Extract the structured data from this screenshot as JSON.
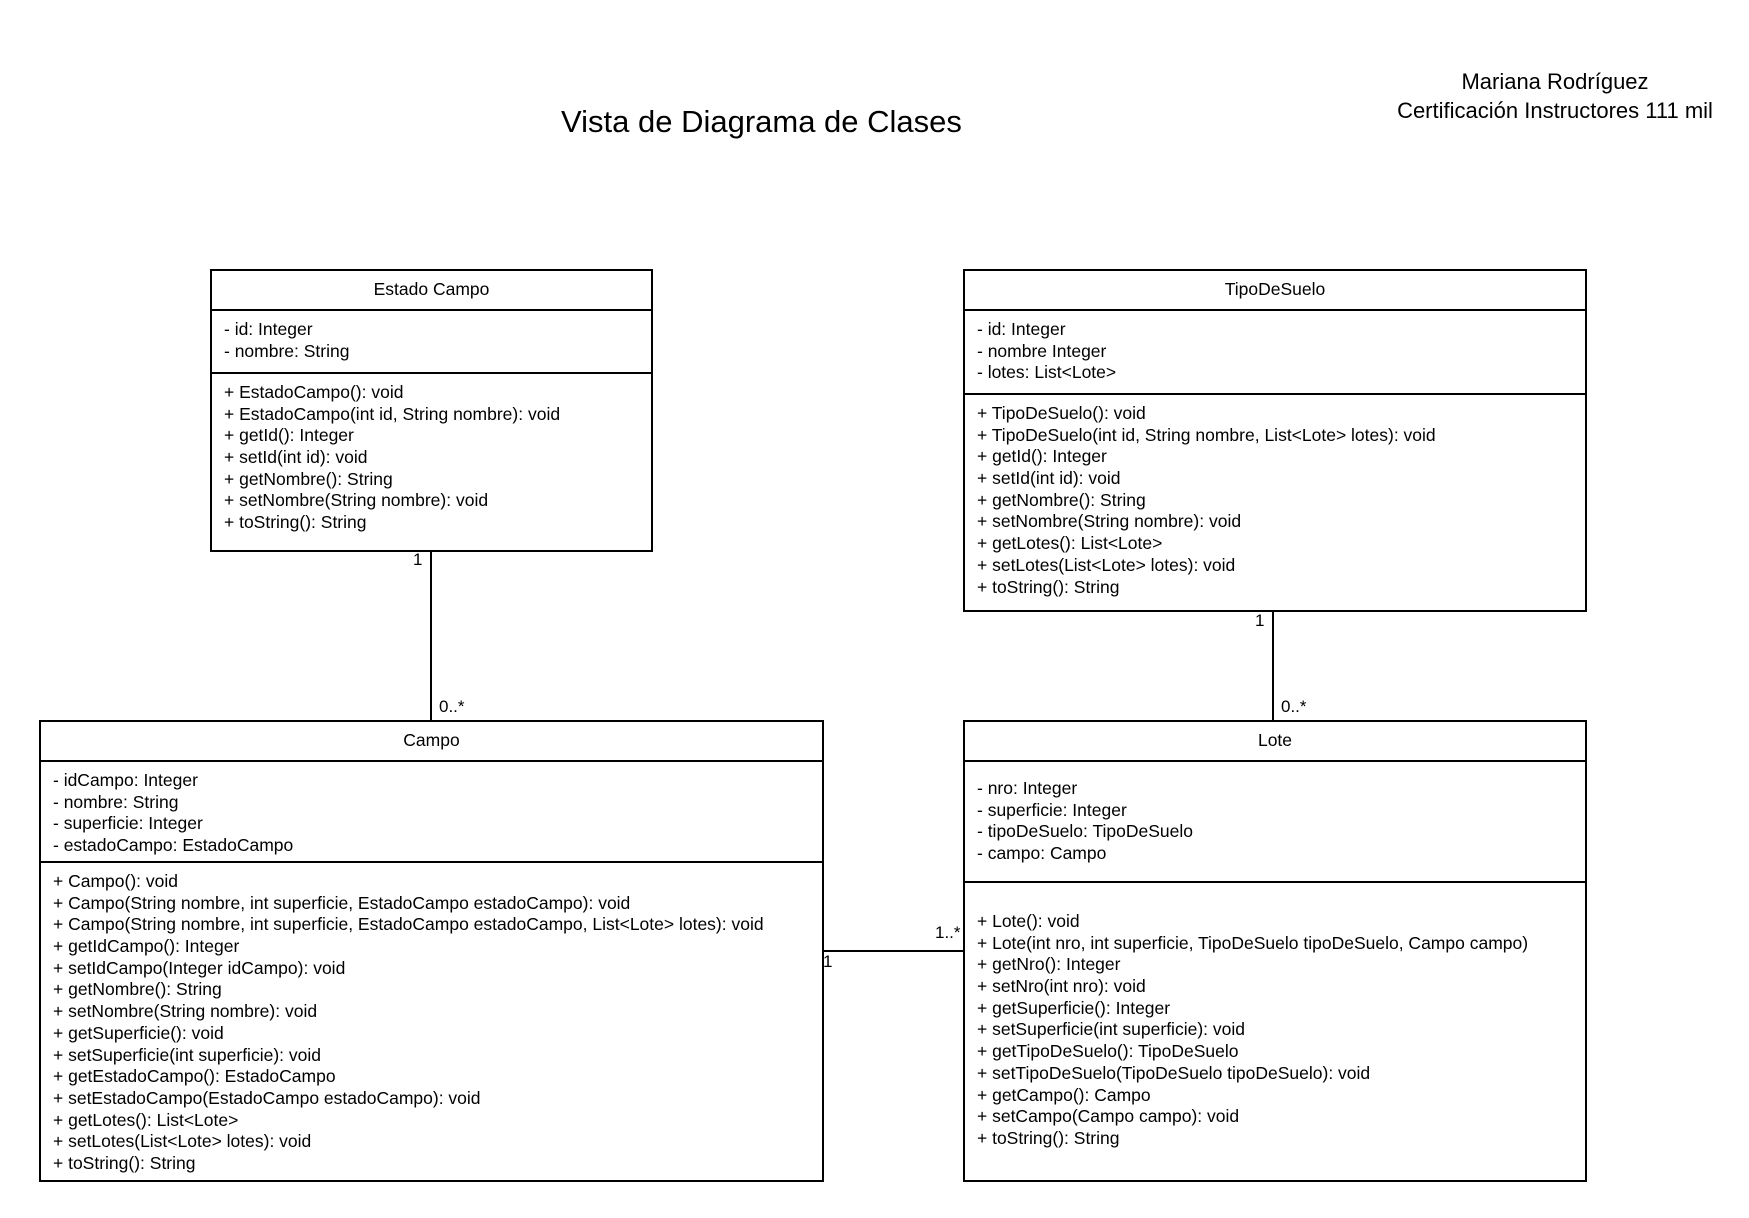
{
  "title": "Vista de Diagrama de Clases",
  "author": {
    "name": "Mariana Rodríguez",
    "course": "Certificación Instructores 111 mil"
  },
  "classes": {
    "estado_campo": {
      "name": "Estado Campo",
      "attributes": [
        "- id: Integer",
        "- nombre: String"
      ],
      "methods": [
        "+ EstadoCampo(): void",
        "+ EstadoCampo(int id, String nombre): void",
        "+ getId(): Integer",
        "+ setId(int id): void",
        "+ getNombre(): String",
        "+ setNombre(String nombre): void",
        "+ toString(): String"
      ]
    },
    "tipo_de_suelo": {
      "name": "TipoDeSuelo",
      "attributes": [
        "- id: Integer",
        "- nombre Integer",
        "- lotes: List<Lote>"
      ],
      "methods": [
        "+ TipoDeSuelo(): void",
        "+ TipoDeSuelo(int id, String nombre, List<Lote> lotes): void",
        "+ getId(): Integer",
        "+ setId(int id): void",
        "+ getNombre(): String",
        "+ setNombre(String nombre): void",
        "+ getLotes(): List<Lote>",
        "+ setLotes(List<Lote> lotes): void",
        "+ toString(): String"
      ]
    },
    "campo": {
      "name": "Campo",
      "attributes": [
        "- idCampo: Integer",
        "- nombre: String",
        "- superficie: Integer",
        "- estadoCampo: EstadoCampo"
      ],
      "methods": [
        "+ Campo(): void",
        "+ Campo(String nombre, int superficie, EstadoCampo estadoCampo): void",
        "+ Campo(String nombre, int superficie, EstadoCampo estadoCampo, List<Lote> lotes): void",
        "+ getIdCampo(): Integer",
        "+ setIdCampo(Integer idCampo): void",
        "+ getNombre(): String",
        "+ setNombre(String nombre): void",
        "+ getSuperficie(): void",
        "+ setSuperficie(int superficie): void",
        "+ getEstadoCampo(): EstadoCampo",
        "+ setEstadoCampo(EstadoCampo estadoCampo): void",
        "+ getLotes(): List<Lote>",
        "+ setLotes(List<Lote> lotes): void",
        "+ toString(): String"
      ]
    },
    "lote": {
      "name": "Lote",
      "attributes": [
        "- nro: Integer",
        "- superficie: Integer",
        "- tipoDeSuelo: TipoDeSuelo",
        "- campo: Campo"
      ],
      "methods": [
        "+ Lote(): void",
        "+ Lote(int nro, int superficie, TipoDeSuelo tipoDeSuelo, Campo campo)",
        "+ getNro(): Integer",
        "+ setNro(int nro): void",
        "+ getSuperficie(): Integer",
        "+ setSuperficie(int superficie): void",
        "+ getTipoDeSuelo(): TipoDeSuelo",
        "+ setTipoDeSuelo(TipoDeSuelo tipoDeSuelo): void",
        "+ getCampo(): Campo",
        "+ setCampo(Campo campo): void",
        "+ toString(): String"
      ]
    }
  },
  "associations": {
    "estado_campo_campo": {
      "source_mult": "1",
      "target_mult": "0..*"
    },
    "tipo_de_suelo_lote": {
      "source_mult": "1",
      "target_mult": "0..*"
    },
    "campo_lote": {
      "source_mult": "1",
      "target_mult": "1..*"
    }
  }
}
